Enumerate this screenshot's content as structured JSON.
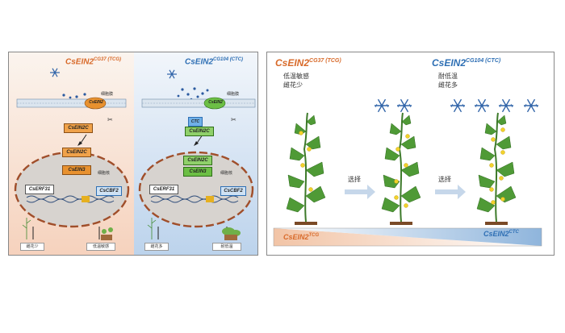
{
  "left": {
    "tcg": {
      "gene": "CsEIN2",
      "sup": "CG37 (TCG)",
      "membrane": "细胞膜",
      "nucleus": "细胞核",
      "ein2": "CsEIN2",
      "ein2c": "CsEIN2C",
      "ein3": "CsEIN3",
      "erf": "CsERF31",
      "cbf": "CsCBF2",
      "outcome_left": "雌花少",
      "outcome_right": "低温敏感",
      "color": "#d86a2a"
    },
    "ctc": {
      "gene": "CsEIN2",
      "sup": "CG104 (CTC)",
      "membrane": "细胞膜",
      "nucleus": "细胞核",
      "ein2": "CsEIN2",
      "ein2c": "CsEIN2C",
      "ein3": "CsEIN3",
      "erf": "CsERF31",
      "cbf": "CsCBF2",
      "outcome_left": "雌花多",
      "outcome_right": "耐低温",
      "ctc_tag": "CTC",
      "color": "#2e6fb4"
    }
  },
  "right": {
    "tcg": {
      "gene": "CsEIN2",
      "sup": "CG37 (TCG)",
      "line1": "低温敏感",
      "line2": "雌花少",
      "color": "#d86a2a"
    },
    "ctc": {
      "gene": "CsEIN2",
      "sup": "CG104 (CTC)",
      "line1": "耐低温",
      "line2": "雌花多",
      "color": "#2e6fb4"
    },
    "select1": "选择",
    "select2": "选择",
    "bar_left": {
      "gene": "CsEIN2",
      "sup": "TCG"
    },
    "bar_right": {
      "gene": "CsEIN2",
      "sup": "CTC"
    }
  }
}
